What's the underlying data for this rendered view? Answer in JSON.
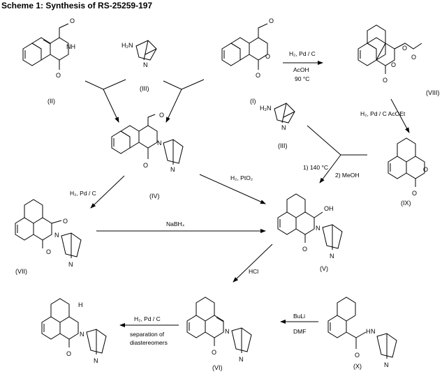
{
  "title": "Scheme 1: Synthesis of RS-25259-197",
  "compounds": {
    "II": "(II)",
    "III": "(III)",
    "I": "(I)",
    "VIII": "(VIII)",
    "IV": "(IV)",
    "III_b": "(III)",
    "IX": "(IX)",
    "VII": "(VII)",
    "V": "(V)",
    "VI": "(VI)",
    "X": "(X)"
  },
  "conditions": {
    "i_to_viii_1": "H₂, Pd / C",
    "i_to_viii_2": "AcOH",
    "i_to_viii_3": "90 °C",
    "viii_to_ix": "H₂, Pd / C  AcOEt",
    "iv_to_vii": "H₂, Pd / C",
    "iv_to_v": "H₂, PtO₂",
    "ix_to_v_1": "1) 140 °C",
    "ix_to_v_2": "2) MeOH",
    "vii_to_v": "NaBH₄",
    "v_to_vi": "HCl",
    "x_to_vi_1": "BuLi",
    "x_to_vi_2": "DMF",
    "vi_to_final_1": "H₂, Pd / C",
    "vi_to_final_2": "separation of",
    "vi_to_final_3": "diastereomers"
  },
  "atoms": {
    "O": "O",
    "NH": "NH",
    "N": "N",
    "H2N": "H₂N",
    "OH": "OH",
    "H": "H"
  }
}
